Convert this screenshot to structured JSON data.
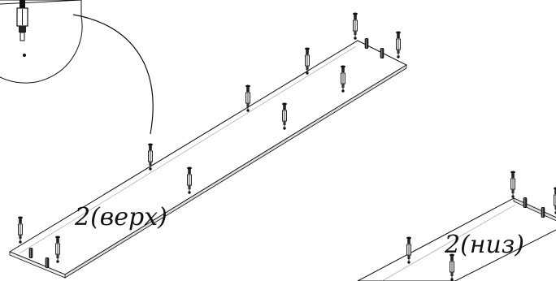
{
  "panels": [
    {
      "id": "top-panel",
      "label": "2(верх)"
    },
    {
      "id": "bottom-panel",
      "label": "2(низ)"
    }
  ],
  "parts": {
    "cam_bolt": {
      "icon": "cam-bolt-icon",
      "color": "#1a1a1a"
    },
    "dowel": {
      "icon": "wooden-dowel-icon",
      "color": "#1a1a1a"
    }
  },
  "detail_callout": {
    "icon": "magnified-detail-icon",
    "shows": "cam_bolt"
  },
  "colors": {
    "line": "#1a1a1a",
    "background": "#ffffff",
    "board": "#ffffff"
  }
}
